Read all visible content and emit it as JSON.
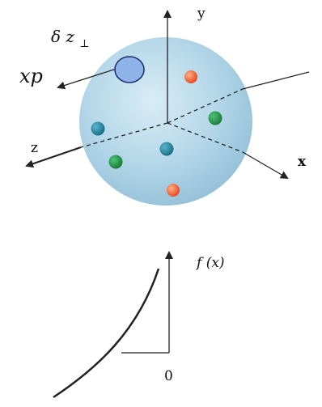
{
  "diagram": {
    "ellipsoid": {
      "axes": {
        "x_label": "x",
        "y_label": "y",
        "z_label": "z"
      },
      "annotation_label": "xp",
      "element_label": {
        "base": "δ z",
        "subscript": "⊥"
      },
      "particles": [
        {
          "color": "#f0501e"
        },
        {
          "color": "#1f7a8c"
        },
        {
          "color": "#1e8a3c"
        },
        {
          "color": "#1f7a8c"
        },
        {
          "color": "#1e8a3c"
        },
        {
          "color": "#f0501e"
        }
      ],
      "colors": {
        "body": "#a9cfe2",
        "element_fill": "#8fb3e9",
        "element_stroke": "#1a2a6a",
        "axis": "#222222"
      }
    },
    "graph": {
      "y_label": "f (x)",
      "origin_label": "0",
      "curve_color": "#222222"
    }
  }
}
